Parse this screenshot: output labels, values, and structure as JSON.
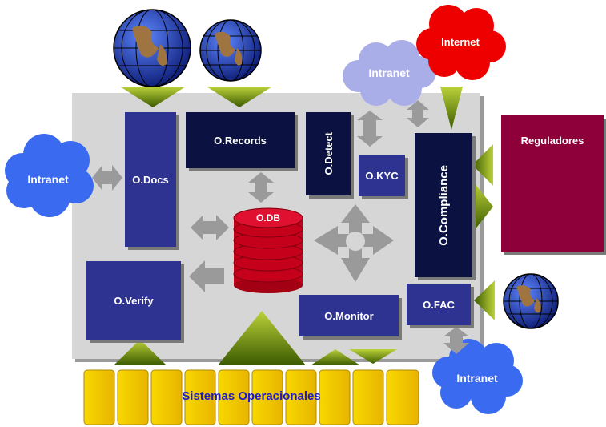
{
  "nodes": {
    "docs": "O.Docs",
    "records": "O.Records",
    "detect": "O.Detect",
    "kyc": "O.KYC",
    "compliance": "O.Compliance",
    "db": "O.DB",
    "verify": "O.Verify",
    "monitor": "O.Monitor",
    "fac": "O.FAC",
    "reguladores": "Reguladores",
    "sistemas": "Sistemas Operacionales"
  },
  "clouds": {
    "intranet_left": "Intranet",
    "intranet_top": "Intranet",
    "internet": "Internet",
    "intranet_bottom": "Intranet"
  },
  "colors": {
    "navy": "#0b1241",
    "blue": "#2e3391",
    "maroon": "#8e003a",
    "db_red": "#c4001a",
    "cloud_blue": "#3a6af0",
    "cloud_lilac": "#a9aee8",
    "cloud_red": "#ee0000",
    "arrow_green": "#7a9a00",
    "arrow_gray": "#9a9a9a",
    "sistemas_yellow": "#f5c800"
  },
  "icons": [
    "globe-icon",
    "database-icon",
    "cloud-icon"
  ]
}
